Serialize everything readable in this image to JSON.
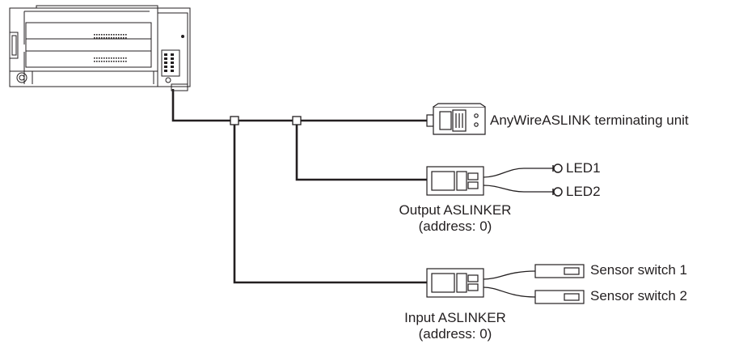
{
  "terminating_unit": {
    "label": "AnyWireASLINK terminating unit"
  },
  "output_aslinker": {
    "name": "Output ASLINKER",
    "address": "(address: 0)",
    "outputs": [
      {
        "label": "LED1"
      },
      {
        "label": "LED2"
      }
    ]
  },
  "input_aslinker": {
    "name": "Input ASLINKER",
    "address": "(address: 0)",
    "inputs": [
      {
        "label": "Sensor switch 1"
      },
      {
        "label": "Sensor switch 2"
      }
    ]
  }
}
